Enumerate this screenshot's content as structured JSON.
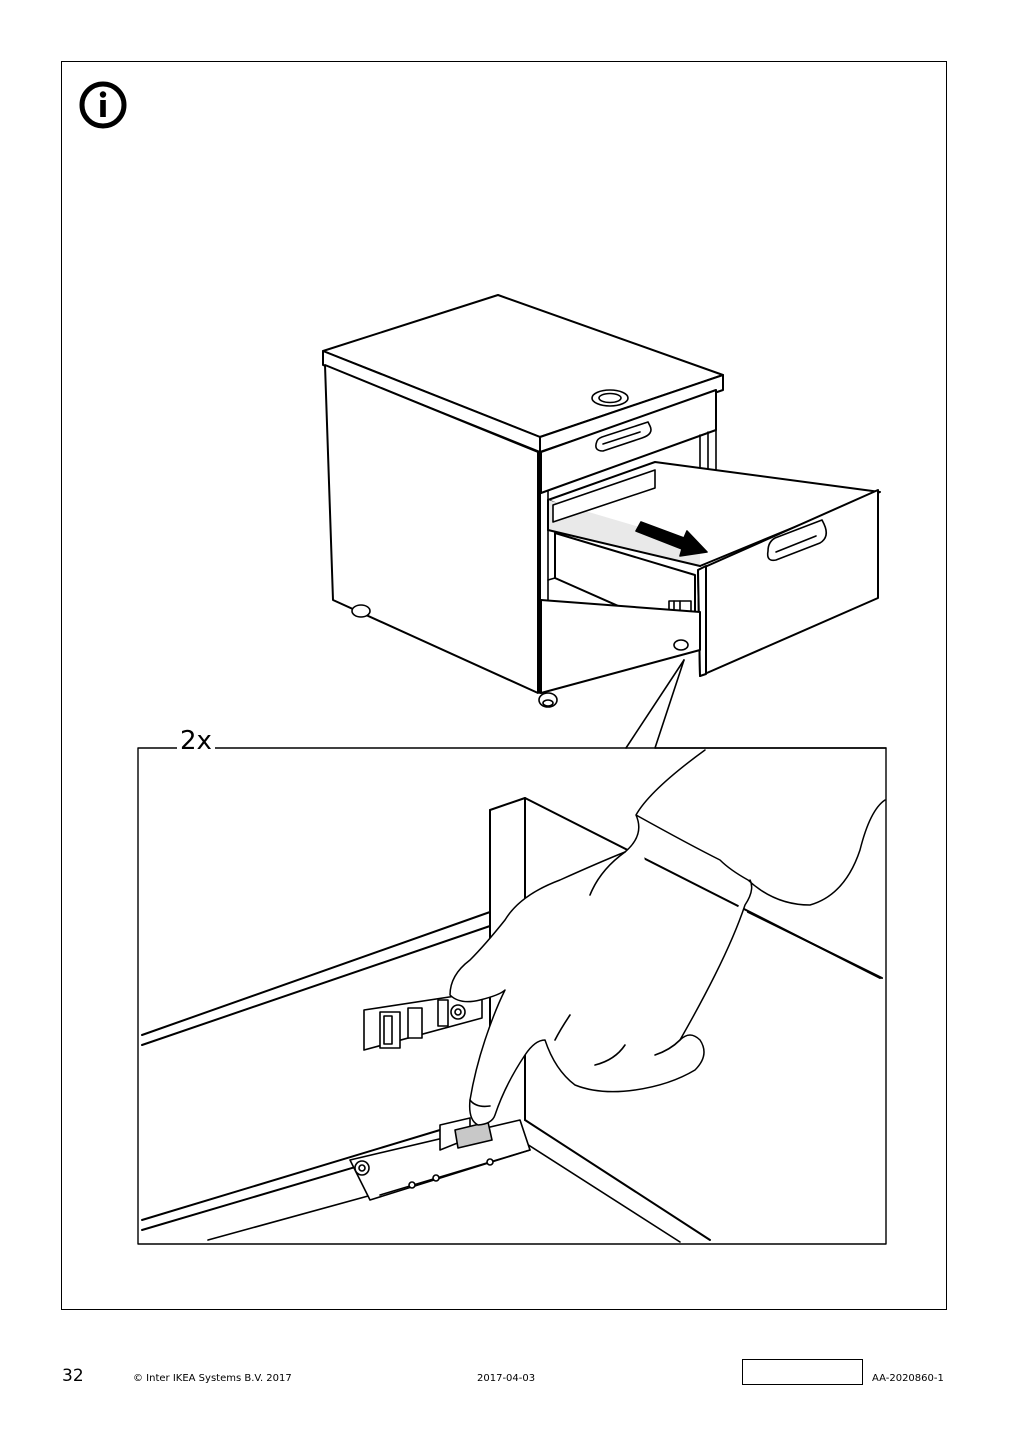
{
  "info_icon": "info-icon",
  "detail": {
    "quantity_label": "2x"
  },
  "footer": {
    "page_number": "32",
    "copyright": "© Inter IKEA Systems B.V. 2017",
    "date": "2017-04-03",
    "doc_code": "AA-2020860-1"
  }
}
